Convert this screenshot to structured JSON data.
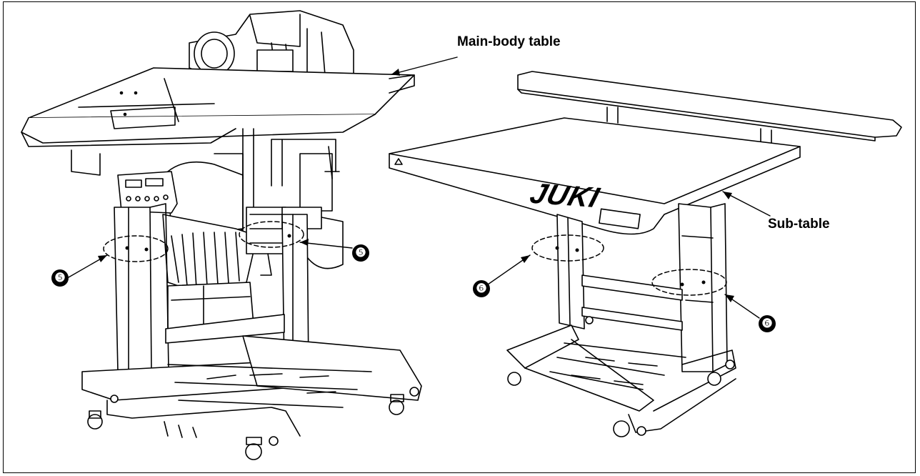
{
  "labels": {
    "main_body_table": "Main-body table",
    "sub_table": "Sub-table",
    "brand": "JUKI"
  },
  "callouts": {
    "left_a": "❺",
    "left_b": "❺",
    "right_a": "❻",
    "right_b": "❻"
  },
  "colors": {
    "line": "#000000",
    "background": "#ffffff"
  }
}
